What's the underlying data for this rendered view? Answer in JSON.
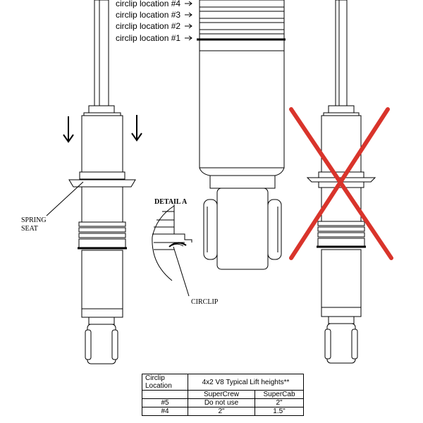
{
  "labels": {
    "circlip_4": "circlip location #4",
    "circlip_3": "circlip location #3",
    "circlip_2": "circlip location #2",
    "circlip_1": "circlip location #1",
    "spring_seat_line1": "SPRING",
    "spring_seat_line2": "SEAT",
    "detail_a": "DETAIL A",
    "circlip": "CIRCLIP"
  },
  "colors": {
    "cross": "#d9342b",
    "line": "#000000"
  },
  "table": {
    "header_col1_line1": "Circlip",
    "header_col1_line2": "Location",
    "header_title": "4x2 V8 Typical Lift heights**",
    "sub_headers": [
      "SuperCrew",
      "SuperCab"
    ],
    "rows": [
      {
        "location": "#5",
        "supercrew": "Do not use",
        "supercab": "2\""
      },
      {
        "location": "#4",
        "supercrew": "2\"",
        "supercab": "1.5\""
      }
    ]
  }
}
